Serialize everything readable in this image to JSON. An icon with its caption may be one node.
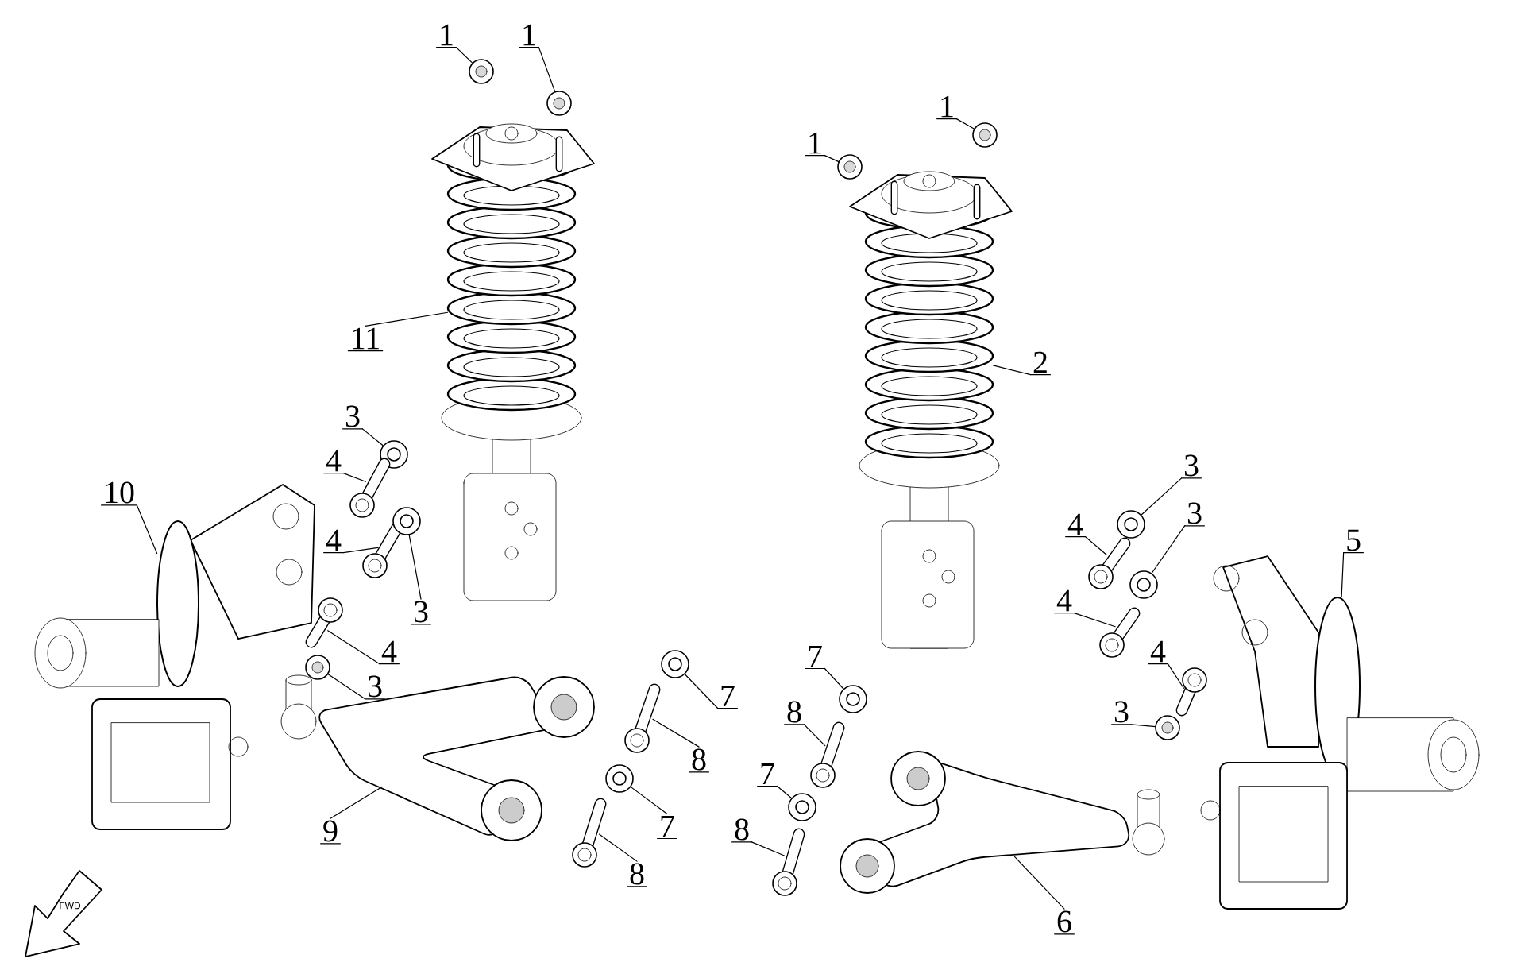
{
  "diagram": {
    "nodes": [
      {
        "text": [
          "1"
        ]
      },
      {
        "text": [
          "1"
        ]
      },
      {
        "text": [
          "1"
        ]
      },
      {
        "text": [
          "1"
        ]
      },
      {
        "text": [
          "11"
        ]
      },
      {
        "text": [
          "2"
        ]
      },
      {
        "text": [
          "3"
        ]
      },
      {
        "text": [
          "4"
        ]
      },
      {
        "text": [
          "10"
        ]
      },
      {
        "text": [
          "4"
        ]
      },
      {
        "text": [
          "3"
        ]
      },
      {
        "text": [
          "4"
        ]
      },
      {
        "text": [
          "3"
        ]
      },
      {
        "text": [
          "9"
        ]
      },
      {
        "text": [
          "7"
        ]
      },
      {
        "text": [
          "8"
        ]
      },
      {
        "text": [
          "7"
        ]
      },
      {
        "text": [
          "8"
        ]
      },
      {
        "text": [
          "7"
        ]
      },
      {
        "text": [
          "8"
        ]
      },
      {
        "text": [
          "7"
        ]
      },
      {
        "text": [
          "8"
        ]
      },
      {
        "text": [
          "3"
        ]
      },
      {
        "text": [
          "4"
        ]
      },
      {
        "text": [
          "3"
        ]
      },
      {
        "text": [
          "4"
        ]
      },
      {
        "text": [
          "4"
        ]
      },
      {
        "text": [
          "3"
        ]
      },
      {
        "text": [
          "6"
        ]
      },
      {
        "text": [
          "5"
        ]
      },
      {
        "text": [],
        "shape": "picture"
      },
      {
        "text": [],
        "shape": "picture"
      },
      {
        "text": [],
        "shape": "picture"
      },
      {
        "text": [],
        "shape": "picture"
      },
      {
        "text": [],
        "shape": "picture"
      },
      {
        "text": [],
        "shape": "picture"
      },
      {
        "text": [],
        "shape": "picture"
      },
      {
        "text": [],
        "shape": "picture"
      },
      {
        "text": [],
        "shape": "picture"
      },
      {
        "text": [],
        "shape": "picture"
      },
      {
        "text": [],
        "shape": "picture"
      },
      {
        "text": [],
        "shape": "picture"
      },
      {
        "text": [],
        "shape": "picture"
      },
      {
        "text": [],
        "shape": "picture"
      },
      {
        "text": [],
        "shape": "picture"
      },
      {
        "text": [],
        "shape": "picture"
      },
      {
        "text": [],
        "shape": "picture"
      },
      {
        "text": [],
        "shape": "picture"
      },
      {
        "text": [],
        "shape": "picture"
      },
      {
        "text": [],
        "shape": "picture"
      },
      {
        "text": [],
        "shape": "picture"
      },
      {
        "text": [],
        "shape": "picture"
      },
      {
        "text": [],
        "shape": "picture"
      },
      {
        "text": [],
        "shape": "picture"
      },
      {
        "text": [],
        "shape": "picture"
      },
      {
        "text": [],
        "shape": "picture"
      },
      {
        "text": [],
        "shape": "picture"
      },
      {
        "text": [],
        "shape": "picture"
      },
      {
        "text": [],
        "shape": "picture"
      },
      {
        "text": [],
        "shape": "picture"
      }
    ],
    "edges": [
      {
        "from": 0,
        "to": 30,
        "arrow": "none"
      },
      {
        "from": 1,
        "to": 31,
        "arrow": "none"
      },
      {
        "from": 2,
        "to": 32,
        "arrow": "none"
      },
      {
        "from": 3,
        "to": 33,
        "arrow": "none"
      },
      {
        "from": 4,
        "to": 34,
        "arrow": "none"
      },
      {
        "from": 5,
        "to": 35,
        "arrow": "none"
      },
      {
        "from": 6,
        "to": 36,
        "arrow": "none"
      },
      {
        "from": 7,
        "to": 37,
        "arrow": "none"
      },
      {
        "from": 8,
        "to": 38,
        "arrow": "none"
      },
      {
        "from": 9,
        "to": 39,
        "arrow": "none"
      },
      {
        "from": 10,
        "to": 40,
        "arrow": "none"
      },
      {
        "from": 11,
        "to": 41,
        "arrow": "none"
      },
      {
        "from": 12,
        "to": 42,
        "arrow": "none"
      },
      {
        "from": 13,
        "to": 43,
        "arrow": "none"
      },
      {
        "from": 14,
        "to": 44,
        "arrow": "none"
      },
      {
        "from": 15,
        "to": 45,
        "arrow": "none"
      },
      {
        "from": 16,
        "to": 46,
        "arrow": "none"
      },
      {
        "from": 17,
        "to": 47,
        "arrow": "none"
      },
      {
        "from": 18,
        "to": 48,
        "arrow": "none"
      },
      {
        "from": 19,
        "to": 49,
        "arrow": "none"
      },
      {
        "from": 20,
        "to": 50,
        "arrow": "none"
      },
      {
        "from": 21,
        "to": 51,
        "arrow": "none"
      },
      {
        "from": 22,
        "to": 52,
        "arrow": "none"
      },
      {
        "from": 23,
        "to": 53,
        "arrow": "none"
      },
      {
        "from": 24,
        "to": 54,
        "arrow": "none"
      },
      {
        "from": 25,
        "to": 55,
        "arrow": "none"
      },
      {
        "from": 26,
        "to": 56,
        "arrow": "none"
      },
      {
        "from": 27,
        "to": 57,
        "arrow": "none"
      },
      {
        "from": 28,
        "to": 58,
        "arrow": "none"
      },
      {
        "from": 29,
        "to": 59,
        "arrow": "none"
      }
    ],
    "labels": [
      "FWD"
    ]
  }
}
